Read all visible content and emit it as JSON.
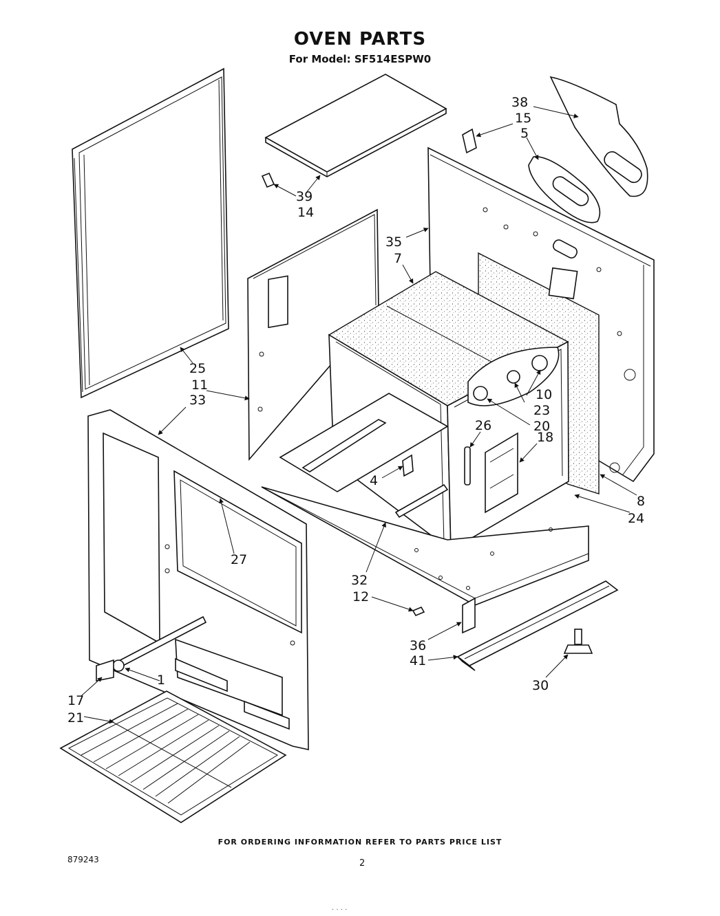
{
  "title": "OVEN PARTS",
  "subtitle": "For Model: SF514ESPW0",
  "footer_note": "FOR ORDERING INFORMATION REFER TO PARTS PRICE LIST",
  "doc_number": "879243",
  "page_number": "2",
  "bottom_mark": "· ·  ·  ·",
  "callouts": {
    "c38": "38",
    "c15": "15",
    "c5": "5",
    "c39": "39",
    "c14": "14",
    "c35": "35",
    "c7": "7",
    "c25": "25",
    "c11": "11",
    "c33": "33",
    "c10": "10",
    "c23": "23",
    "c20": "20",
    "c26": "26",
    "c18": "18",
    "c4": "4",
    "c8": "8",
    "c24": "24",
    "c27": "27",
    "c32": "32",
    "c12": "12",
    "c36": "36",
    "c41": "41",
    "c30": "30",
    "c1": "1",
    "c17": "17",
    "c21": "21"
  }
}
